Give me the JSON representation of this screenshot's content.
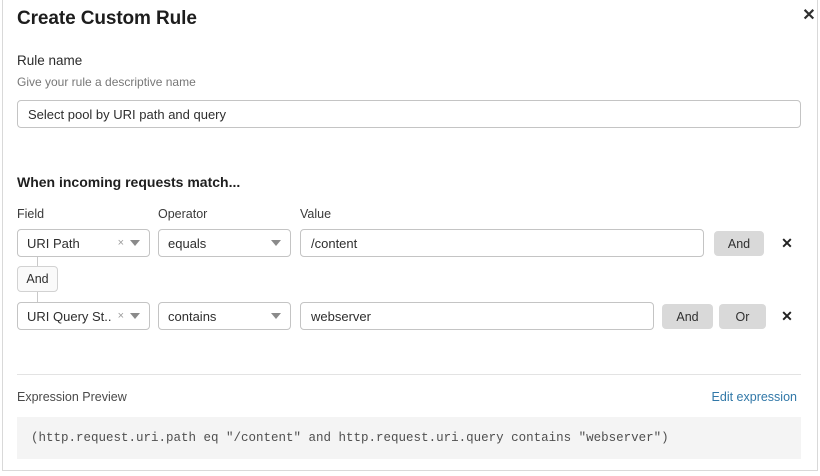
{
  "dialog": {
    "title": "Create Custom Rule",
    "close_icon": "close-icon",
    "close_glyph": "✕"
  },
  "rule_name": {
    "label": "Rule name",
    "help": "Give your rule a descriptive name",
    "value": "Select pool by URI path and query",
    "placeholder": "Rule name"
  },
  "conditions": {
    "heading": "When incoming requests match...",
    "columns": {
      "field": "Field",
      "operator": "Operator",
      "value": "Value"
    },
    "connector": {
      "label": "And"
    },
    "rows": [
      {
        "field": "URI Path",
        "operator": "equals",
        "value": "/content",
        "clear_glyph": "×",
        "remove_glyph": "✕",
        "buttons": [
          "And"
        ]
      },
      {
        "field": "URI Query St...",
        "operator": "contains",
        "value": "webserver",
        "clear_glyph": "×",
        "remove_glyph": "✕",
        "buttons": [
          "And",
          "Or"
        ]
      }
    ]
  },
  "preview": {
    "label": "Expression Preview",
    "edit_link": "Edit expression",
    "expression": "(http.request.uri.path eq \"/content\" and http.request.uri.query contains \"webserver\")"
  },
  "colors": {
    "link": "#3178a8",
    "button_bg": "#d9d9d9",
    "code_bg": "#f4f4f4",
    "border": "#c4c4c4"
  }
}
